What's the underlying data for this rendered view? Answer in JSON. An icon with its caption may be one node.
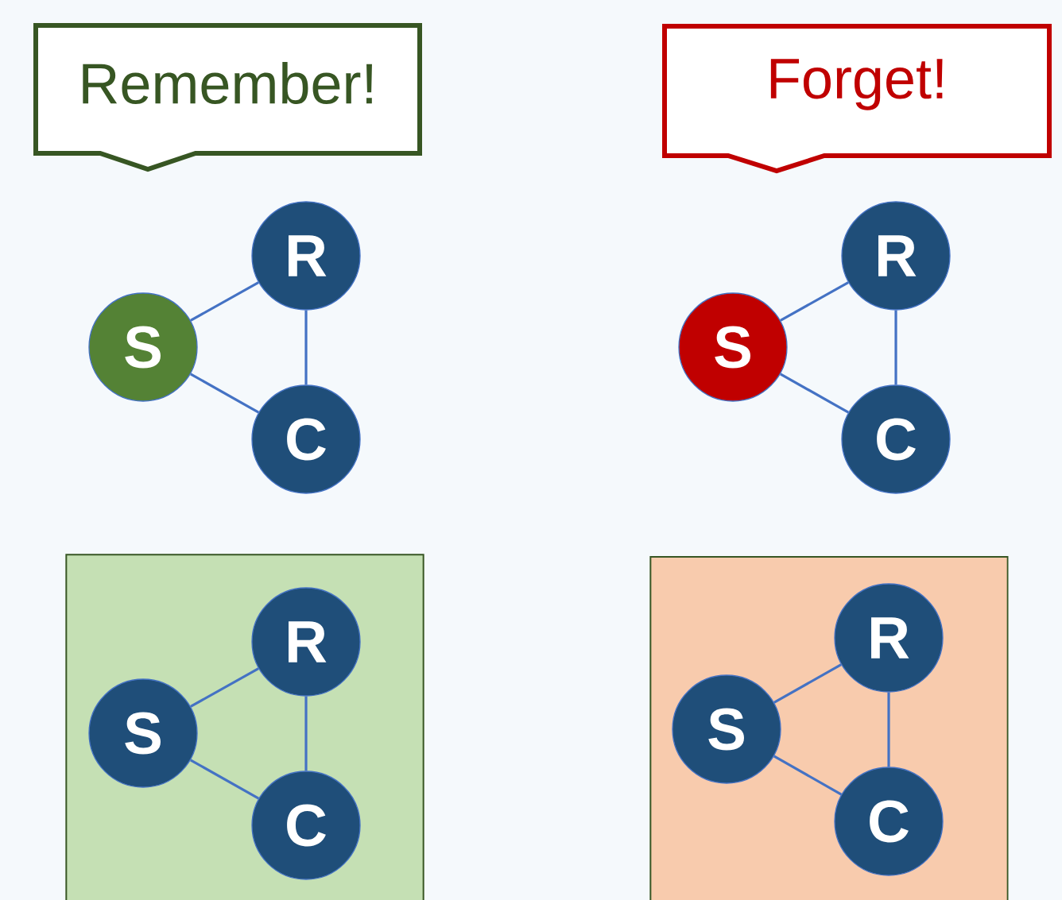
{
  "diagram": {
    "nodes": [
      {
        "text": [
          "Remember!"
        ]
      },
      {
        "text": [
          "Forget!"
        ]
      },
      {
        "text": [
          "R"
        ]
      },
      {
        "text": [
          "S"
        ]
      },
      {
        "text": [
          "C"
        ]
      },
      {
        "text": [
          "R"
        ]
      },
      {
        "text": [
          "S"
        ]
      },
      {
        "text": [
          "C"
        ]
      },
      {
        "text": [],
        "shape": "box"
      },
      {
        "text": [
          "R"
        ],
        "in": 8
      },
      {
        "text": [
          "S"
        ],
        "in": 8
      },
      {
        "text": [
          "C"
        ],
        "in": 8
      },
      {
        "text": [],
        "shape": "box"
      },
      {
        "text": [
          "R"
        ],
        "in": 12
      },
      {
        "text": [
          "S"
        ],
        "in": 12
      },
      {
        "text": [
          "C"
        ],
        "in": 12
      }
    ],
    "edges": [
      {
        "from": 3,
        "to": 2,
        "arrow": "none"
      },
      {
        "from": 2,
        "to": 4,
        "arrow": "none"
      },
      {
        "from": 3,
        "to": 4,
        "arrow": "none"
      },
      {
        "from": 6,
        "to": 5,
        "arrow": "none"
      },
      {
        "from": 5,
        "to": 7,
        "arrow": "none"
      },
      {
        "from": 6,
        "to": 7,
        "arrow": "none"
      },
      {
        "from": 10,
        "to": 9,
        "arrow": "none"
      },
      {
        "from": 9,
        "to": 11,
        "arrow": "none"
      },
      {
        "from": 10,
        "to": 11,
        "arrow": "none"
      },
      {
        "from": 14,
        "to": 13,
        "arrow": "none"
      },
      {
        "from": 13,
        "to": 15,
        "arrow": "none"
      },
      {
        "from": 14,
        "to": 15,
        "arrow": "none"
      }
    ]
  }
}
